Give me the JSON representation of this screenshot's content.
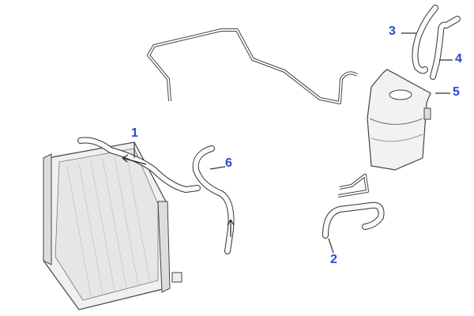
{
  "diagram": {
    "callouts": [
      {
        "number": "1",
        "part": "radiator-upper-hose"
      },
      {
        "number": "2",
        "part": "lower-hose-assembly"
      },
      {
        "number": "3",
        "part": "expansion-tank-hose-a"
      },
      {
        "number": "4",
        "part": "expansion-tank-hose-b"
      },
      {
        "number": "5",
        "part": "expansion-tank"
      },
      {
        "number": "6",
        "part": "radiator-lower-hose"
      }
    ],
    "callout_color": "#2b47d4"
  }
}
